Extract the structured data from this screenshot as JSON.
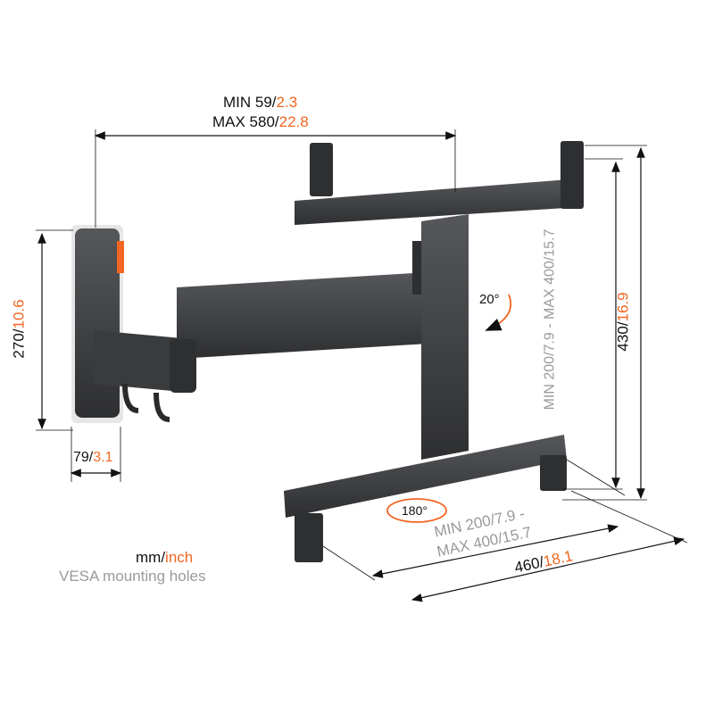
{
  "colors": {
    "accent": "#f26522",
    "product": "#3a3b3d",
    "dim_line": "#111111",
    "secondary_text": "#9a9a9a"
  },
  "dimensions": {
    "depth": {
      "min_mm": "MIN 59/",
      "min_in": "2.3",
      "max_mm": "MAX 580/",
      "max_in": "22.8"
    },
    "plate_height": {
      "mm": "270/",
      "in": "10.6"
    },
    "plate_width": {
      "mm": "79/",
      "in": "3.1"
    },
    "vesa_vertical": {
      "text": "MIN 200/7.9 - MAX 400/15.7"
    },
    "total_height": {
      "mm": "430/",
      "in": "16.9"
    },
    "vesa_horizontal": {
      "line1": "MIN 200/7.9 -",
      "line2": "MAX 400/15.7"
    },
    "total_width": {
      "mm": "460/",
      "in": "18.1"
    }
  },
  "angles": {
    "tilt": "20°",
    "swivel": "180°"
  },
  "legend": {
    "mm": "mm/",
    "inch": "inch",
    "vesa": "VESA mounting holes"
  }
}
